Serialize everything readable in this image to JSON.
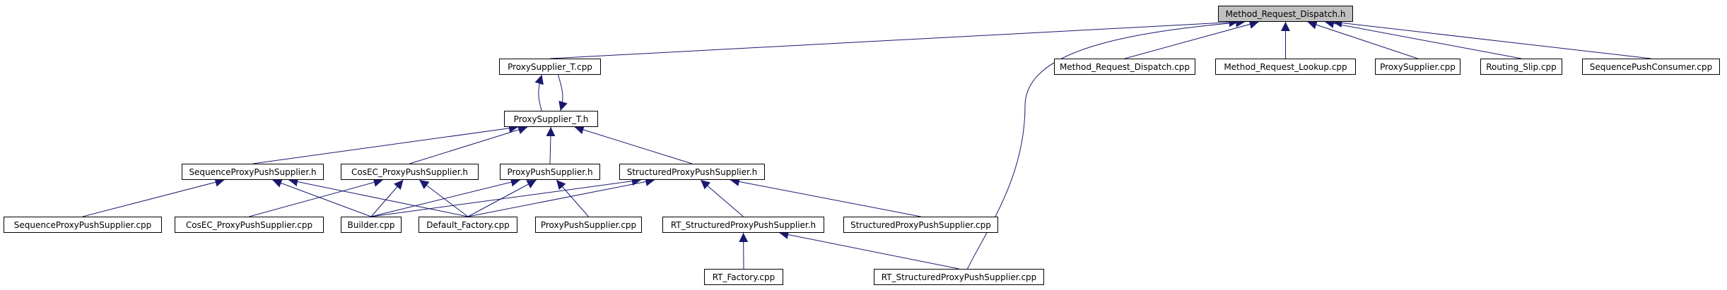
{
  "diagram": {
    "colors": {
      "edge": "#191970",
      "node_border": "#000000",
      "node_fill": "#ffffff",
      "root_fill": "#bfbfbf"
    },
    "nodes": [
      {
        "id": "root",
        "label": "Method_Request_Dispatch.h"
      },
      {
        "id": "pst_cpp",
        "label": "ProxySupplier_T.cpp"
      },
      {
        "id": "mrd_cpp",
        "label": "Method_Request_Dispatch.cpp"
      },
      {
        "id": "mrl_cpp",
        "label": "Method_Request_Lookup.cpp"
      },
      {
        "id": "ps_cpp",
        "label": "ProxySupplier.cpp"
      },
      {
        "id": "rs_cpp",
        "label": "Routing_Slip.cpp"
      },
      {
        "id": "spc_cpp",
        "label": "SequencePushConsumer.cpp"
      },
      {
        "id": "pst_h",
        "label": "ProxySupplier_T.h"
      },
      {
        "id": "spps_h",
        "label": "SequenceProxyPushSupplier.h"
      },
      {
        "id": "cepps_h",
        "label": "CosEC_ProxyPushSupplier.h"
      },
      {
        "id": "pps_h",
        "label": "ProxyPushSupplier.h"
      },
      {
        "id": "stpps_h",
        "label": "StructuredProxyPushSupplier.h"
      },
      {
        "id": "spps_cpp",
        "label": "SequenceProxyPushSupplier.cpp"
      },
      {
        "id": "cepps_cpp",
        "label": "CosEC_ProxyPushSupplier.cpp"
      },
      {
        "id": "builder_cpp",
        "label": "Builder.cpp"
      },
      {
        "id": "df_cpp",
        "label": "Default_Factory.cpp"
      },
      {
        "id": "pps_cpp",
        "label": "ProxyPushSupplier.cpp"
      },
      {
        "id": "rtspps_h",
        "label": "RT_StructuredProxyPushSupplier.h"
      },
      {
        "id": "stpps_cpp",
        "label": "StructuredProxyPushSupplier.cpp"
      },
      {
        "id": "rtf_cpp",
        "label": "RT_Factory.cpp"
      },
      {
        "id": "rtspps_cpp",
        "label": "RT_StructuredProxyPushSupplier.cpp"
      }
    ],
    "edges": [
      {
        "from": "pst_cpp",
        "to": "root"
      },
      {
        "from": "mrd_cpp",
        "to": "root"
      },
      {
        "from": "mrl_cpp",
        "to": "root"
      },
      {
        "from": "ps_cpp",
        "to": "root"
      },
      {
        "from": "rs_cpp",
        "to": "root"
      },
      {
        "from": "spc_cpp",
        "to": "root"
      },
      {
        "from": "rtspps_cpp",
        "to": "root"
      },
      {
        "from": "pst_h",
        "to": "pst_cpp"
      },
      {
        "from": "pst_cpp",
        "to": "pst_h"
      },
      {
        "from": "spps_h",
        "to": "pst_h"
      },
      {
        "from": "cepps_h",
        "to": "pst_h"
      },
      {
        "from": "pps_h",
        "to": "pst_h"
      },
      {
        "from": "stpps_h",
        "to": "pst_h"
      },
      {
        "from": "spps_cpp",
        "to": "spps_h"
      },
      {
        "from": "builder_cpp",
        "to": "spps_h"
      },
      {
        "from": "df_cpp",
        "to": "spps_h"
      },
      {
        "from": "cepps_cpp",
        "to": "cepps_h"
      },
      {
        "from": "builder_cpp",
        "to": "cepps_h"
      },
      {
        "from": "df_cpp",
        "to": "cepps_h"
      },
      {
        "from": "builder_cpp",
        "to": "pps_h"
      },
      {
        "from": "df_cpp",
        "to": "pps_h"
      },
      {
        "from": "pps_cpp",
        "to": "pps_h"
      },
      {
        "from": "builder_cpp",
        "to": "stpps_h"
      },
      {
        "from": "df_cpp",
        "to": "stpps_h"
      },
      {
        "from": "rtspps_h",
        "to": "stpps_h"
      },
      {
        "from": "stpps_cpp",
        "to": "stpps_h"
      },
      {
        "from": "rtf_cpp",
        "to": "rtspps_h"
      },
      {
        "from": "rtspps_cpp",
        "to": "rtspps_h"
      }
    ]
  }
}
